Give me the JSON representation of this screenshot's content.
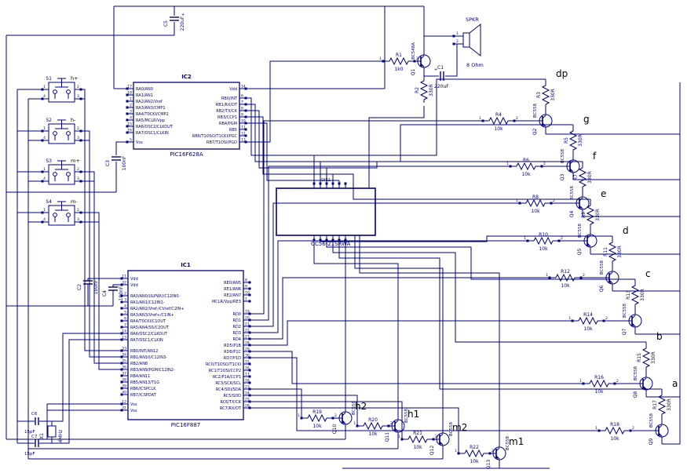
{
  "colors": {
    "ink": "#000080",
    "label": "#000000",
    "background": "#ffffff"
  },
  "ic2": {
    "ref": "IC2",
    "part": "PIC16F628A",
    "left_pins": [
      {
        "num": "17",
        "name": "RA0/AN0"
      },
      {
        "num": "18",
        "name": "RA1/AN1"
      },
      {
        "num": "1",
        "name": "RA2/AN2/Vref"
      },
      {
        "num": "2",
        "name": "RA3/AN3/CMP1"
      },
      {
        "num": "3",
        "name": "RA4/T0CKI/CMP2"
      },
      {
        "num": "4",
        "name": "RA5/MCLR/Vpp"
      },
      {
        "num": "15",
        "name": "RA6/OSC2/CLKOUT"
      },
      {
        "num": "16",
        "name": "RA7/OSC1/CLKIN"
      },
      {
        "num": "5",
        "name": "Vss"
      }
    ],
    "right_pins": [
      {
        "num": "14",
        "name": "Vdd"
      },
      {
        "num": "6",
        "name": "RB0/INT"
      },
      {
        "num": "7",
        "name": "RB1/RX/DT"
      },
      {
        "num": "8",
        "name": "RB2/TX/CK"
      },
      {
        "num": "9",
        "name": "RB3/CCP1"
      },
      {
        "num": "10",
        "name": "RB4/PGM"
      },
      {
        "num": "11",
        "name": "RB5"
      },
      {
        "num": "12",
        "name": "RB6/T1OSO/T1CKI/PGC"
      },
      {
        "num": "13",
        "name": "RB7/T1OSI/PGD"
      }
    ]
  },
  "ic1": {
    "ref": "IC1",
    "part": "PIC16F887",
    "left_pins": [
      {
        "num": "11",
        "name": "Vdd"
      },
      {
        "num": "32",
        "name": "Vdd"
      },
      {
        "num": "2",
        "name": "RA0/AN0/ULPWU/C12IN0-"
      },
      {
        "num": "3",
        "name": "RA1/AN1/C12IN1-"
      },
      {
        "num": "4",
        "name": "RA2/AN2/Vref-/CVref/C2IN+"
      },
      {
        "num": "5",
        "name": "RA3/AN3/Vref+/C1IN+"
      },
      {
        "num": "6",
        "name": "RA4/T0CKI/C1OUT"
      },
      {
        "num": "7",
        "name": "RA5/AN4/SS/C2OUT"
      },
      {
        "num": "14",
        "name": "RA6/OSC2/CLKOUT"
      },
      {
        "num": "13",
        "name": "RA7/OSC1/CLKIN"
      },
      {
        "num": "33",
        "name": "RB0/INT/AN12"
      },
      {
        "num": "34",
        "name": "RB1/AN10/C12IN3-"
      },
      {
        "num": "35",
        "name": "RB2/AN8"
      },
      {
        "num": "36",
        "name": "RB3/AN9/PGM/C12IN2-"
      },
      {
        "num": "37",
        "name": "RB4/AN11"
      },
      {
        "num": "38",
        "name": "RB5/AN13/T1G"
      },
      {
        "num": "39",
        "name": "RB6/ICSPCLK"
      },
      {
        "num": "40",
        "name": "RB7/ICSPDAT"
      },
      {
        "num": "12",
        "name": "Vss"
      },
      {
        "num": "31",
        "name": "Vss"
      }
    ],
    "right_pins": [
      {
        "num": "8",
        "name": "RE0/AN5"
      },
      {
        "num": "9",
        "name": "RE1/AN6"
      },
      {
        "num": "10",
        "name": "RE2/AN7"
      },
      {
        "num": "1",
        "name": "MCLR/Vpp/RE3"
      },
      {
        "num": "19",
        "name": "RD0"
      },
      {
        "num": "20",
        "name": "RD1"
      },
      {
        "num": "21",
        "name": "RD2"
      },
      {
        "num": "22",
        "name": "RD3"
      },
      {
        "num": "27",
        "name": "RD4"
      },
      {
        "num": "28",
        "name": "RD5/P1B"
      },
      {
        "num": "29",
        "name": "RD6/P1C"
      },
      {
        "num": "30",
        "name": "RD7/P1D"
      },
      {
        "num": "15",
        "name": "RC0/T1OSO/T1CKI"
      },
      {
        "num": "16",
        "name": "RC1/T1OSI/CCP2"
      },
      {
        "num": "17",
        "name": "RC2/P1A/CCP1"
      },
      {
        "num": "18",
        "name": "RC3/SCK/SCL"
      },
      {
        "num": "23",
        "name": "RC4/SDI/SDA"
      },
      {
        "num": "24",
        "name": "RC5/SDO"
      },
      {
        "num": "25",
        "name": "RC6/TX/CK"
      },
      {
        "num": "26",
        "name": "RC7/RX/DT"
      }
    ]
  },
  "display": {
    "ref": "DIS1",
    "part": "CC56-21SRWA"
  },
  "audio": {
    "speaker": {
      "ref": "SPKR",
      "value": "8 Ohm",
      "pins": [
        "1",
        "2"
      ]
    },
    "q1": {
      "ref": "Q1",
      "part": "BC548A"
    },
    "r1": {
      "ref": "R1",
      "value": "1k0"
    },
    "r2": {
      "ref": "R2",
      "value": "330R"
    },
    "c1": {
      "ref": "C1",
      "value": "220uF"
    }
  },
  "bypass": {
    "c5": {
      "ref": "C5",
      "value": "220uF"
    },
    "c2": {
      "ref": "C2",
      "value": "100nF"
    },
    "c4": {
      "ref": "C4",
      "value": "100nF"
    },
    "c3": {
      "ref": "C3",
      "value": "100nF"
    }
  },
  "oscillator": {
    "x1": {
      "ref": "X1",
      "value": "4MHz"
    },
    "c6": {
      "ref": "C6",
      "value": "15pF"
    },
    "c7": {
      "ref": "C7",
      "value": "15pF"
    }
  },
  "switches": [
    {
      "ref": "S1",
      "label": "h+",
      "pins": [
        "1",
        "2",
        "3",
        "4"
      ]
    },
    {
      "ref": "S2",
      "label": "h-",
      "pins": [
        "1",
        "2",
        "3",
        "4"
      ]
    },
    {
      "ref": "S3",
      "label": "m+",
      "pins": [
        "1",
        "2",
        "3",
        "4"
      ]
    },
    {
      "ref": "S4",
      "label": "m-",
      "pins": [
        "1",
        "2",
        "3",
        "4"
      ]
    }
  ],
  "segment_drivers": [
    {
      "label": "dp",
      "collector_resistor": {
        "ref": "R3",
        "value": "330R"
      },
      "base_resistor": {
        "ref": "R4",
        "value": "10k"
      },
      "transistor": {
        "ref": "Q2",
        "part": "BC558"
      }
    },
    {
      "label": "g",
      "collector_resistor": {
        "ref": "R5",
        "value": "330R"
      },
      "base_resistor": {
        "ref": "R6",
        "value": "10k"
      },
      "transistor": {
        "ref": "Q3",
        "part": "BC558"
      }
    },
    {
      "label": "f",
      "collector_resistor": {
        "ref": "R7",
        "value": "330R"
      },
      "base_resistor": {
        "ref": "R8",
        "value": "10k"
      },
      "transistor": {
        "ref": "Q4",
        "part": "BC558"
      }
    },
    {
      "label": "e",
      "collector_resistor": {
        "ref": "R9",
        "value": "330R"
      },
      "base_resistor": {
        "ref": "R10",
        "value": "10k"
      },
      "transistor": {
        "ref": "Q5",
        "part": "BC558"
      }
    },
    {
      "label": "d",
      "collector_resistor": {
        "ref": "R11",
        "value": "330R"
      },
      "base_resistor": {
        "ref": "R12",
        "value": "10k"
      },
      "transistor": {
        "ref": "Q6",
        "part": "BC558"
      }
    },
    {
      "label": "c",
      "collector_resistor": {
        "ref": "R13",
        "value": "330R"
      },
      "base_resistor": {
        "ref": "R14",
        "value": "10k"
      },
      "transistor": {
        "ref": "Q7",
        "part": "BC558"
      }
    },
    {
      "label": "b",
      "collector_resistor": {
        "ref": "R15",
        "value": "330R"
      },
      "base_resistor": {
        "ref": "R16",
        "value": "10k"
      },
      "transistor": {
        "ref": "Q8",
        "part": "BC558"
      }
    },
    {
      "label": "a",
      "collector_resistor": {
        "ref": "R17",
        "value": "330R"
      },
      "base_resistor": {
        "ref": "R18",
        "value": "10k"
      },
      "transistor": {
        "ref": "Q9",
        "part": "BC558"
      }
    }
  ],
  "digit_drivers": [
    {
      "label": "h2",
      "resistor": {
        "ref": "R19",
        "value": "10k"
      },
      "transistor": {
        "ref": "Q10",
        "part": "BC558"
      }
    },
    {
      "label": "h1",
      "resistor": {
        "ref": "R20",
        "value": "10k"
      },
      "transistor": {
        "ref": "Q11",
        "part": "BC558"
      }
    },
    {
      "label": "m2",
      "resistor": {
        "ref": "R21",
        "value": "10k"
      },
      "transistor": {
        "ref": "Q12",
        "part": "BC558"
      }
    },
    {
      "label": "m1",
      "resistor": {
        "ref": "R22",
        "value": "10k"
      },
      "transistor": {
        "ref": "Q13",
        "part": "BC558"
      }
    }
  ]
}
